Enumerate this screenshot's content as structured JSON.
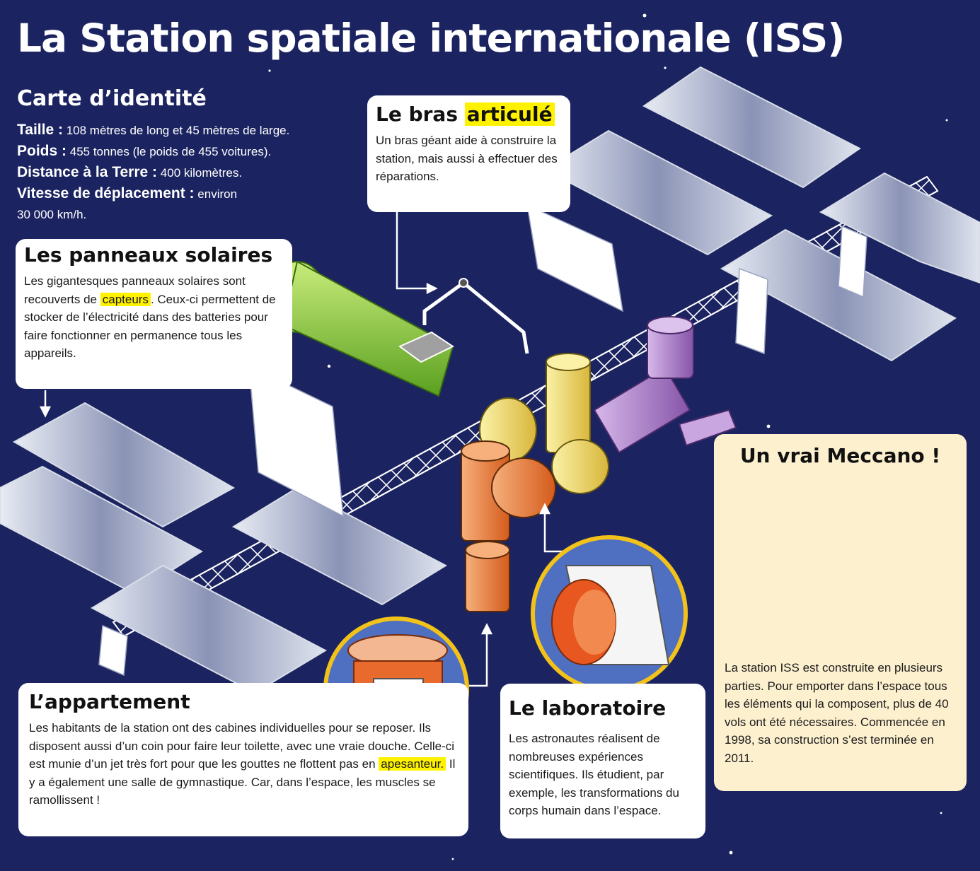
{
  "title": "La Station spatiale internationale (ISS)",
  "identity": {
    "heading": "Carte d’identité",
    "rows": [
      {
        "label": "Taille :",
        "value": "108 mètres de long et 45 mètres de large."
      },
      {
        "label": "Poids :",
        "value": "455 tonnes (le poids de 455 voitures)."
      },
      {
        "label": "Distance à la Terre :",
        "value": "400 kilomètres."
      },
      {
        "label": "Vitesse de déplacement :",
        "value": "environ"
      }
    ],
    "speed_value": "30 000 km/h."
  },
  "bras": {
    "title_part1": "Le bras",
    "title_highlight": "articulé",
    "text": "Un bras géant aide à construire la station, mais aussi à effectuer des réparations."
  },
  "panneaux": {
    "title": "Les panneaux solaires",
    "text_before": "Les gigantesques panneaux solaires sont recouverts de",
    "highlight": "capteurs",
    "text_after": ". Ceux-ci permettent de stocker de l’électricité dans des batteries pour faire fonctionner en permanence tous les appareils."
  },
  "appartement": {
    "title": "L’appartement",
    "text_before": "Les habitants de la station ont des cabines individuelles pour se reposer. Ils disposent aussi d’un coin pour faire leur toilette, avec une vraie douche. Celle-ci est munie d’un jet très fort pour que les gouttes ne flottent pas en",
    "highlight": "apesanteur.",
    "text_after": " Il y a également une salle de gymnastique. Car, dans l’espace, les muscles se ramollissent !"
  },
  "laboratoire": {
    "title": "Le laboratoire",
    "text": "Les astronautes réalisent de nombreuses expériences scientifiques. Ils étudient, par exemple, les transformations du corps humain dans l’espace."
  },
  "meccano": {
    "title": "Un vrai Meccano !",
    "text": "La station ISS est construite en plusieurs parties. Pour emporter dans l’espace tous les éléments qui la composent, plus de 40 vols ont été nécessaires. Commencée en 1998, sa construction s’est terminée en 2011."
  },
  "colors": {
    "background": "#1b2460",
    "highlight": "#fff200",
    "panel": "#c9d0de",
    "module_green": "#9fd146",
    "module_yellow": "#f2e27a",
    "module_purple": "#a67cc4",
    "module_orange": "#ec7a3c",
    "meccano_bg": "#fdf0cf"
  }
}
